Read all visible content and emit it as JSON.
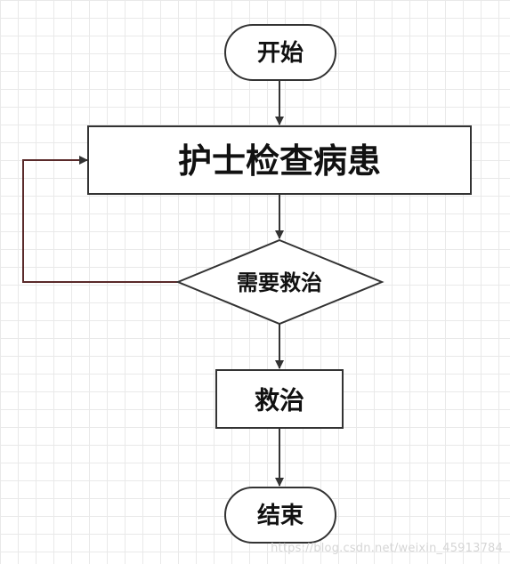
{
  "flowchart": {
    "start_label": "开始",
    "process_label": "护士检查病患",
    "decision_label": "需要救治",
    "action_label": "救治",
    "end_label": "结束"
  },
  "colors": {
    "stroke": "#333333",
    "loop_line": "#5a2a2a",
    "text": "#111111",
    "grid": "#e9e9e9",
    "background": "#ffffff"
  },
  "watermark": "https://blog.csdn.net/weixin_45913784"
}
